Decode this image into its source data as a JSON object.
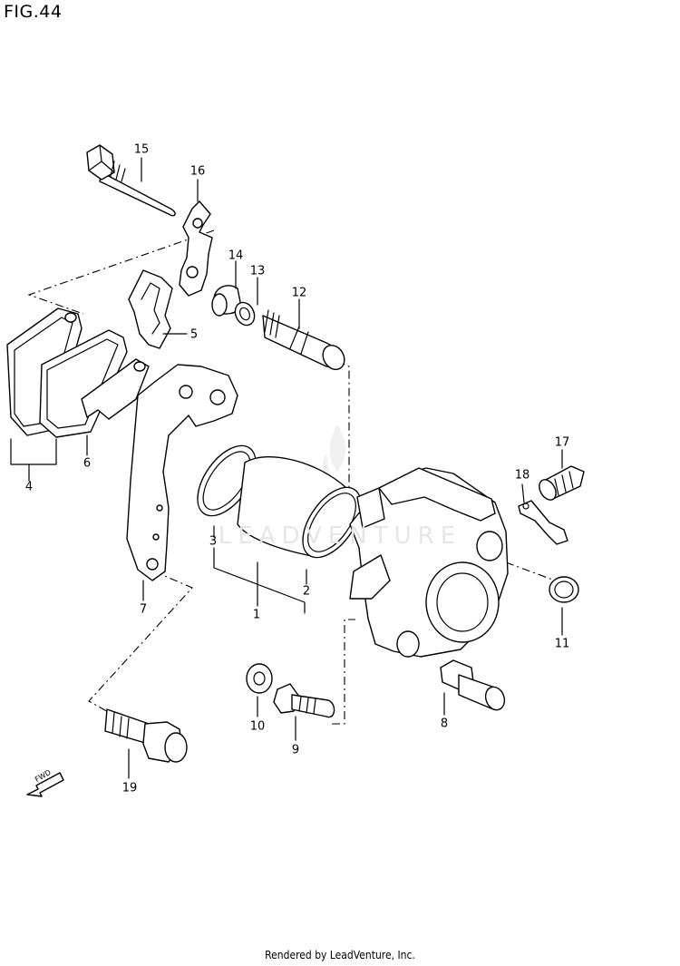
{
  "figure": {
    "title": "FIG.44"
  },
  "footer": {
    "credit": "Rendered by LeadVenture, Inc."
  },
  "watermark": {
    "text": "LEADVENTURE"
  },
  "fwd_marker": {
    "label": "FWD",
    "icon": "forward-arrow-icon"
  },
  "callouts": [
    {
      "id": "1",
      "label": "1"
    },
    {
      "id": "2",
      "label": "2"
    },
    {
      "id": "3",
      "label": "3"
    },
    {
      "id": "4",
      "label": "4"
    },
    {
      "id": "5",
      "label": "5"
    },
    {
      "id": "6",
      "label": "6"
    },
    {
      "id": "7",
      "label": "7"
    },
    {
      "id": "8",
      "label": "8"
    },
    {
      "id": "9",
      "label": "9"
    },
    {
      "id": "10",
      "label": "10"
    },
    {
      "id": "11",
      "label": "11"
    },
    {
      "id": "12",
      "label": "12"
    },
    {
      "id": "13",
      "label": "13"
    },
    {
      "id": "14",
      "label": "14"
    },
    {
      "id": "15",
      "label": "15"
    },
    {
      "id": "16",
      "label": "16"
    },
    {
      "id": "17",
      "label": "17"
    },
    {
      "id": "18",
      "label": "18"
    },
    {
      "id": "19",
      "label": "19"
    }
  ]
}
